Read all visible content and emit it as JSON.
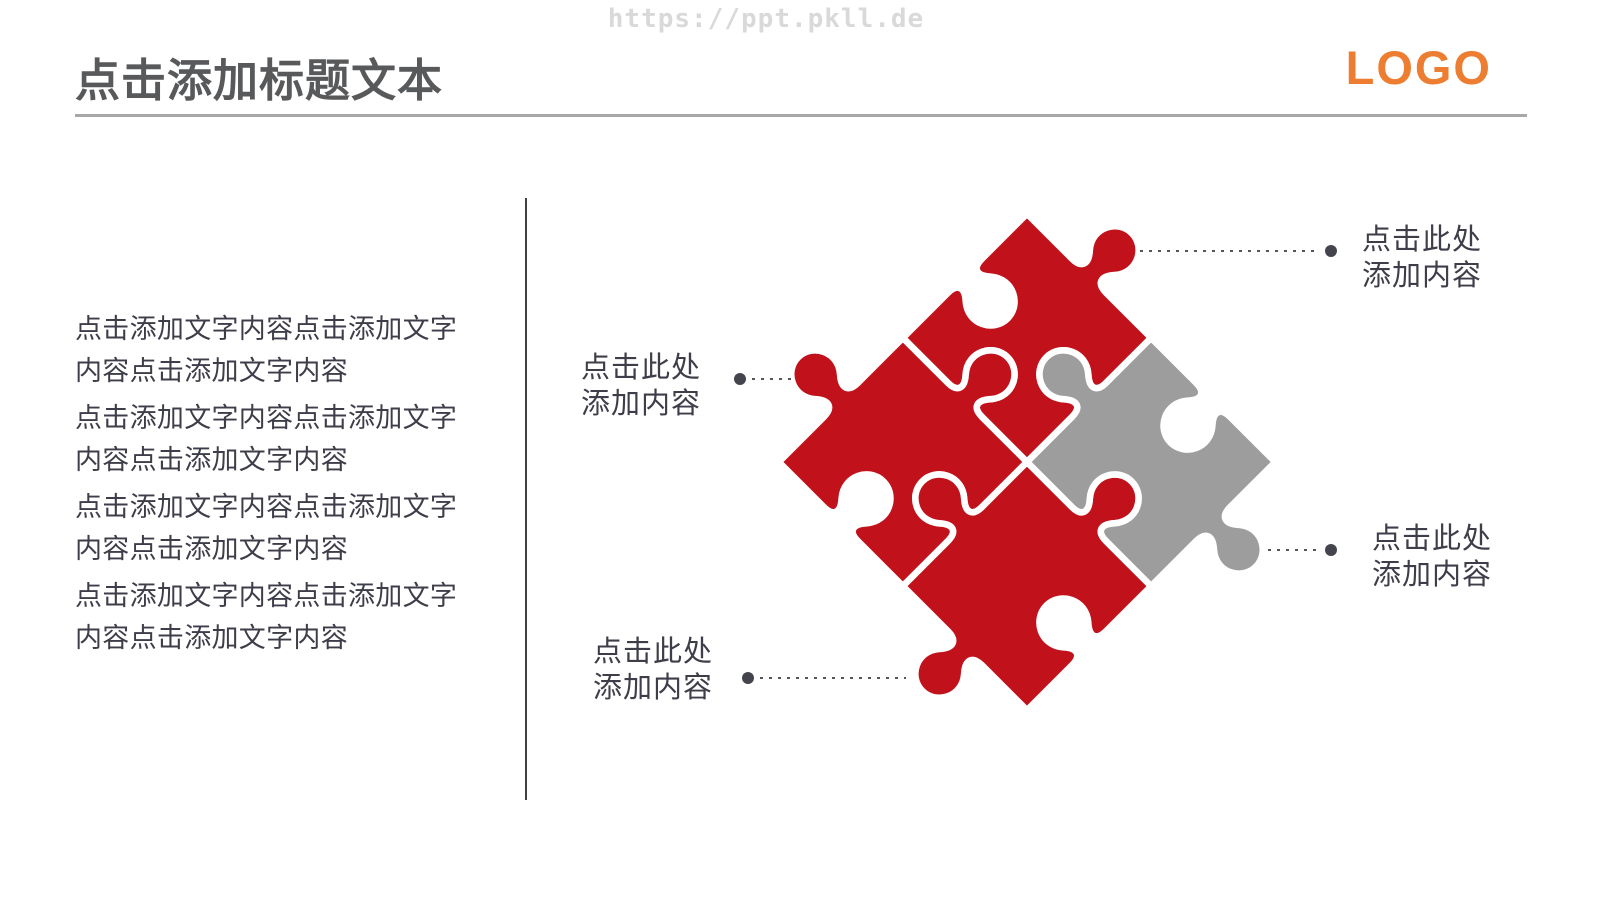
{
  "header": {
    "watermark": "https://ppt.pkll.de",
    "title": "点击添加标题文本",
    "logo": "LOGO"
  },
  "body": {
    "paragraphs": [
      "点击添加文字内容点击添加文字内容点击添加文字内容",
      "点击添加文字内容点击添加文字内容点击添加文字内容",
      "点击添加文字内容点击添加文字内容点击添加文字内容",
      "点击添加文字内容点击添加文字内容点击添加文字内容"
    ]
  },
  "callouts": {
    "items": [
      {
        "position": "top-right",
        "line1": "点击此处",
        "line2": "添加内容"
      },
      {
        "position": "left",
        "line1": "点击此处",
        "line2": "添加内容"
      },
      {
        "position": "bottom-left",
        "line1": "点击此处",
        "line2": "添加内容"
      },
      {
        "position": "bottom-right",
        "line1": "点击此处",
        "line2": "添加内容"
      }
    ]
  },
  "puzzle": {
    "pieces": [
      {
        "name": "top",
        "color": "#C1121C"
      },
      {
        "name": "left",
        "color": "#C1121C"
      },
      {
        "name": "bottom",
        "color": "#C1121C"
      },
      {
        "name": "right",
        "color": "#9D9D9D"
      }
    ]
  },
  "colors": {
    "accent_red": "#C1121C",
    "puzzle_gray": "#9D9D9D",
    "logo_orange": "#ED7D31",
    "title_gray": "#58595B",
    "text_dark": "#3E3E4A",
    "rule_gray": "#A8A8A8",
    "divider_dark": "#3F3F44",
    "dot_dark": "#44444F",
    "leader_line": "#55555E",
    "watermark_gray": "#D9D9D9",
    "gap_white": "#FFFFFF"
  }
}
